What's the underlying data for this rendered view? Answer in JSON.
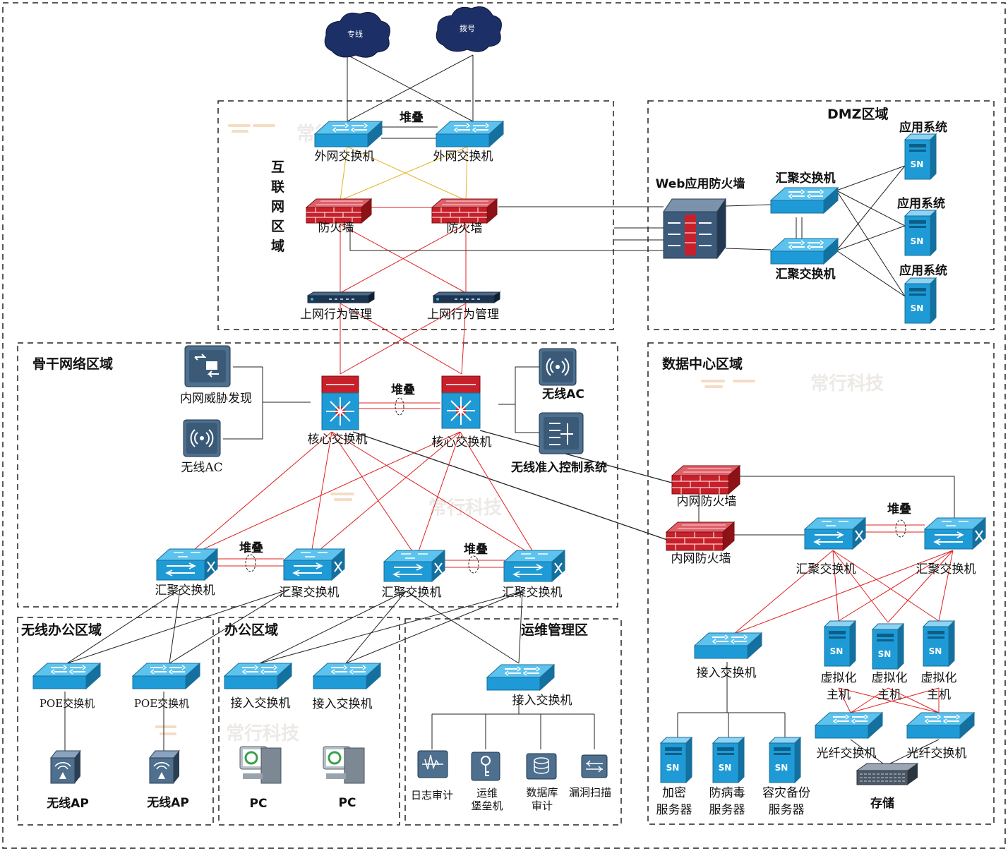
{
  "clouds": {
    "leased": "专线",
    "dialup": "拨号"
  },
  "zones": {
    "internet": "互\n联\n网\n区\n域",
    "dmz": "DMZ区域",
    "backbone": "骨干网络区域",
    "datacenter": "数据中心区域",
    "wireless_office": "无线办公区域",
    "office": "办公区域",
    "ops": "运维管理区"
  },
  "watermark": "常行科技",
  "stack": "堆叠",
  "internet": {
    "ext_switch": "外网交换机",
    "firewall": "防火墙",
    "behavior_mgmt": "上网行为管理"
  },
  "dmz": {
    "waf": "Web应用防火墙",
    "agg_switch": "汇聚交换机",
    "app_system": "应用系统"
  },
  "backbone": {
    "threat": "内网威胁发现",
    "wireless_ac_left": "无线AC",
    "wireless_ac_right": "无线AC",
    "core": "核心交换机",
    "nac": "无线准入控制系统",
    "agg": "汇聚交换机"
  },
  "datacenter": {
    "inner_fw": "内网防火墙",
    "agg": "汇聚交换机",
    "access": "接入交换机",
    "virt_host_line1": "虚拟化",
    "virt_host_line2": "主机",
    "fiber": "光纤交换机",
    "storage": "存储",
    "srv_enc_1": "加密",
    "srv_enc_2": "服务器",
    "srv_av_1": "防病毒",
    "srv_av_2": "服务器",
    "srv_dr_1": "容灾备份",
    "srv_dr_2": "服务器"
  },
  "wireless_office": {
    "poe": "POE交换机",
    "ap": "无线AP"
  },
  "office": {
    "access": "接入交换机",
    "pc": "PC"
  },
  "ops": {
    "access": "接入交换机",
    "log_audit": "日志审计",
    "bastion_1": "运维",
    "bastion_2": "堡垒机",
    "db_audit_1": "数据库",
    "db_audit_2": "审计",
    "vuln_scan": "漏洞扫描"
  },
  "colors": {
    "switch_blue": "#1aa0d8",
    "firewall_red": "#c8202a",
    "link_red": "#e02020",
    "link_yellow": "#e8b020"
  }
}
